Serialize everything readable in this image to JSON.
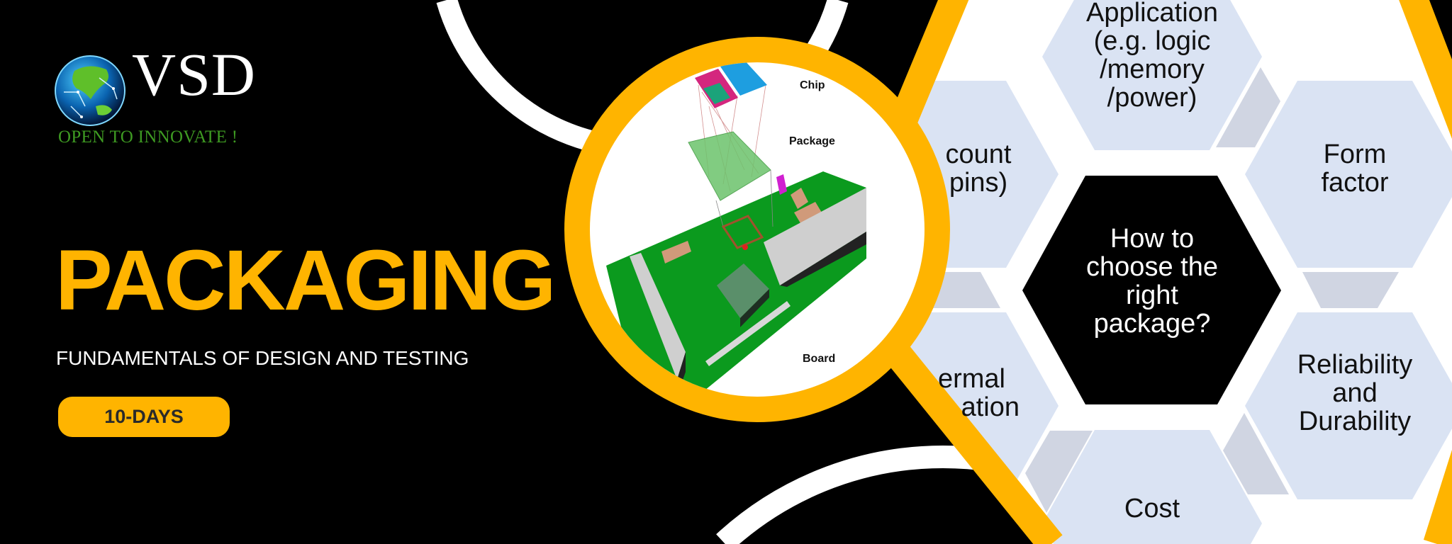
{
  "brand": {
    "name": "VSD",
    "tagline": "OPEN TO INNOVATE !",
    "logo_icon": "globe-circuit-icon"
  },
  "hero": {
    "title": "PACKAGING",
    "subtitle": "FUNDAMENTALS OF DESIGN AND TESTING",
    "duration_badge": "10-DAYS"
  },
  "magnifier_image": {
    "labels": {
      "chip": "Chip",
      "package": "Package",
      "board": "Board"
    }
  },
  "hex_diagram": {
    "center": "How to\nchoose the\nright\npackage?",
    "tiles": {
      "application": "Application\n(e.g. logic\n/memory\n/power)",
      "pin_count": "count\npins)",
      "form_factor": "Form\nfactor",
      "thermal_line1": "ermal",
      "thermal_line2": "ation",
      "reliability": "Reliability\nand\nDurability",
      "cost": "Cost"
    }
  },
  "colors": {
    "background": "#000000",
    "accent_yellow": "#ffb400",
    "tagline_green": "#3e9a22",
    "hex_tile": "#dae3f3",
    "hex_connector": "#d0d5e2",
    "board_green": "#0b9a1e"
  }
}
